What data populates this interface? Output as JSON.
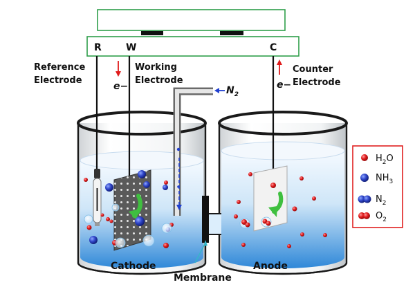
{
  "terminals": {
    "reference": "R",
    "working": "W",
    "counter": "C"
  },
  "labels": {
    "reference_line1": "Reference",
    "reference_line2": "Electrode",
    "working_line1": "Working",
    "working_line2": "Electrode",
    "counter_line1": "Counter",
    "counter_line2": "Electrode",
    "electron_left": "e−",
    "electron_right": "e−",
    "n2_inlet": "N",
    "n2_inlet_sub": "2",
    "cathode": "Cathode",
    "anode": "Anode",
    "membrane": "Membrane"
  },
  "legend": {
    "items": [
      {
        "label": "H",
        "sub": "2",
        "tail": "O",
        "icon": "water-molecule-icon"
      },
      {
        "label": "NH",
        "sub": "3",
        "tail": "",
        "icon": "ammonia-molecule-icon"
      },
      {
        "label": "N",
        "sub": "2",
        "tail": "",
        "icon": "nitrogen-molecule-icon"
      },
      {
        "label": "O",
        "sub": "2",
        "tail": "",
        "icon": "oxygen-molecule-icon"
      }
    ]
  },
  "colors": {
    "frame_green": "#2e9e4a",
    "electron_arrow": "#e01b1b",
    "n2_arrow": "#1f3fcf",
    "membrane_callout": "#35b6c9",
    "legend_border": "#e02020",
    "liquid_top": "#f4f9fe",
    "liquid_bottom": "#2c86d6"
  }
}
